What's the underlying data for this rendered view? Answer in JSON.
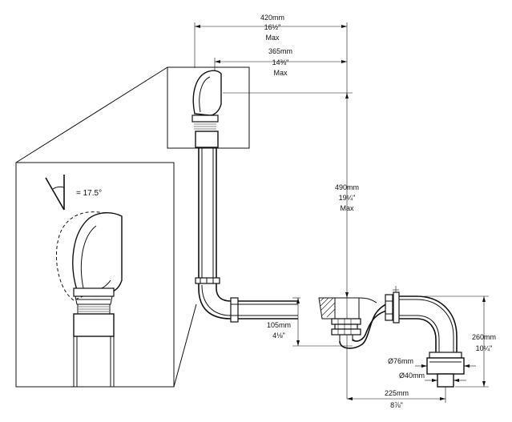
{
  "dimensions": {
    "width_total": {
      "mm": "420mm",
      "inch": "16½\"",
      "note": "Max"
    },
    "width_inner": {
      "mm": "365mm",
      "inch": "14⅜\"",
      "note": "Max"
    },
    "height_total": {
      "mm": "490mm",
      "inch": "19¼\"",
      "note": "Max"
    },
    "trap_height": {
      "mm": "105mm",
      "inch": "4⅛\""
    },
    "outlet_height": {
      "mm": "260mm",
      "inch": "10¼\""
    },
    "outlet_offset": {
      "mm": "225mm",
      "inch": "8⅞\""
    },
    "diameter_outer": "Ø76mm",
    "diameter_inner": "Ø40mm"
  },
  "detail": {
    "angle_label": "= 17.5°"
  }
}
